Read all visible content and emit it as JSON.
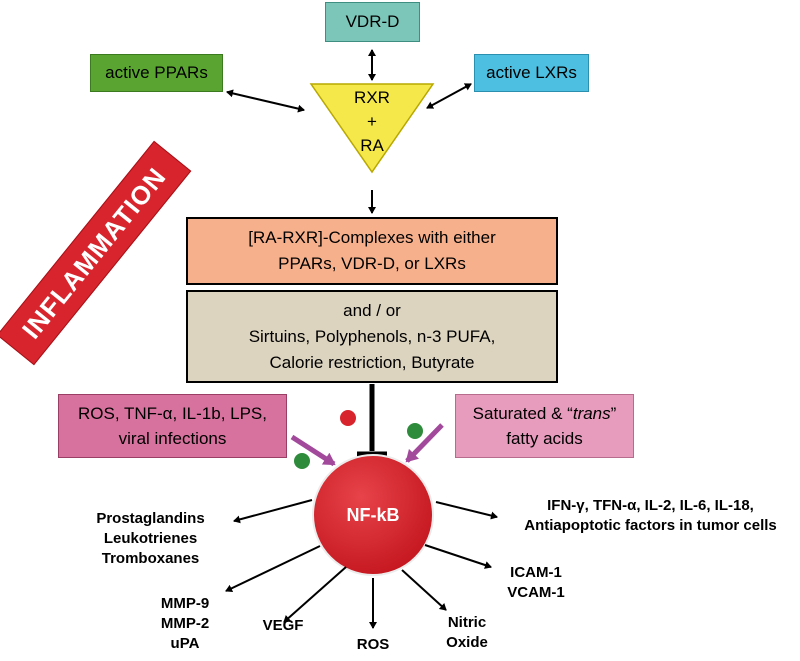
{
  "top": {
    "vdr": "VDR-D",
    "ppars": "active PPARs",
    "lxrs": "active LXRs"
  },
  "triangle": {
    "line1": "RXR",
    "line2": "+",
    "line3": "RA"
  },
  "banner": "INFLAMMATION",
  "complexes": {
    "line1": "[RA-RXR]-Complexes with either",
    "line2": "PPARs, VDR-D, or LXRs"
  },
  "andor": {
    "line1": "and / or",
    "line2": "Sirtuins, Polyphenols, n-3 PUFA,",
    "line3": "Calorie restriction, Butyrate"
  },
  "ros_box": {
    "line1": "ROS, TNF-α, IL-1b, LPS,",
    "line2": "viral infections"
  },
  "sat_box": {
    "line1_a": "Saturated & “",
    "line1_b": "trans",
    "line1_c": "”",
    "line2": "fatty acids"
  },
  "center": "NF-kB",
  "outputs": {
    "left": [
      "Prostaglandins",
      "Leukotrienes",
      "Tromboxanes"
    ],
    "right": [
      "IFN-γ, TFN-α, IL-2, IL-6, IL-18,",
      "Antiapoptotic  factors in tumor cells"
    ],
    "mmp": [
      "MMP-9",
      "MMP-2",
      "uPA"
    ],
    "vegf": "VEGF",
    "ros": "ROS",
    "nitric": [
      "Nitric",
      "Oxide"
    ],
    "icam": [
      "ICAM-1",
      "VCAM-1"
    ]
  },
  "colors": {
    "teal": "#7cc6b9",
    "green": "#5aa531",
    "blue": "#4dbfe0",
    "yellow": "#f5e84a",
    "red": "#d8242c",
    "peach": "#f7b08c",
    "tan": "#ddd4c0",
    "pink_dark": "#d6729d",
    "pink_light": "#e89cbd",
    "magenta": "#a3499c",
    "dot_green": "#2e8b3c"
  }
}
